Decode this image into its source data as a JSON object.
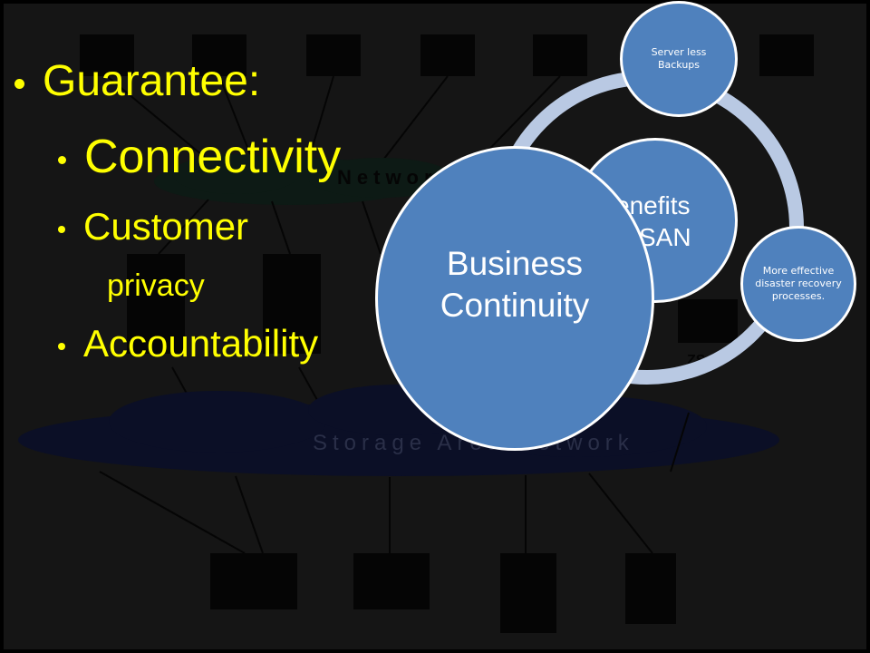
{
  "slide": {
    "bullets": {
      "guarantee": "Guarantee:",
      "connectivity": "Connectivity",
      "customer": "Customer",
      "privacy": "privacy",
      "accountability": "Accountability"
    },
    "background_diagram": {
      "network_label": "Network",
      "storage_label": "Storage Area Network",
      "partial_label": "ZSe"
    },
    "cycle": {
      "center_line1": "enefits",
      "center_line2": "SAN",
      "node_top": "Server less Backups",
      "node_right": "More effective disaster recovery processes.",
      "big_line1": "Business",
      "big_line2": "Continuity"
    }
  },
  "colors": {
    "bullet_text": "#ffff00",
    "circle_fill": "#4f81bd",
    "ring": "#b9c9e3"
  }
}
